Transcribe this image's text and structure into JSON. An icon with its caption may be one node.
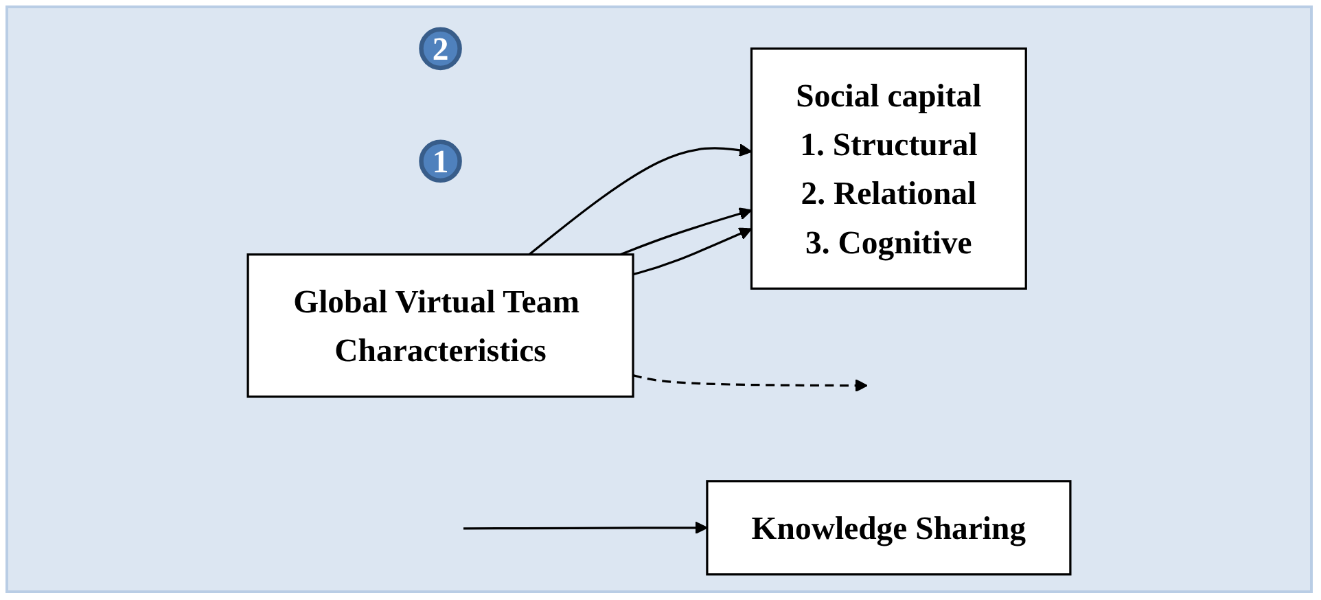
{
  "diagram": {
    "nodes": [
      {
        "text": [
          "Social capital",
          "1. Structural",
          "2. Relational",
          "3. Cognitive"
        ]
      },
      {
        "text": [
          "2"
        ]
      },
      {
        "text": [
          "Knowledge Sharing"
        ]
      },
      {
        "text": [
          "1"
        ]
      },
      {
        "text": [
          "Global Virtual Team Characteristics"
        ]
      }
    ],
    "edges": [
      {
        "from": 4,
        "to": 0,
        "arrow": "to"
      },
      {
        "from": 4,
        "to": 0,
        "arrow": "to"
      },
      {
        "from": 4,
        "to": 0,
        "arrow": "to"
      },
      {
        "from": null,
        "to": 2,
        "arrow": "to"
      },
      {
        "from": 4,
        "to": null,
        "arrow": "to",
        "style": "dashed"
      }
    ]
  }
}
